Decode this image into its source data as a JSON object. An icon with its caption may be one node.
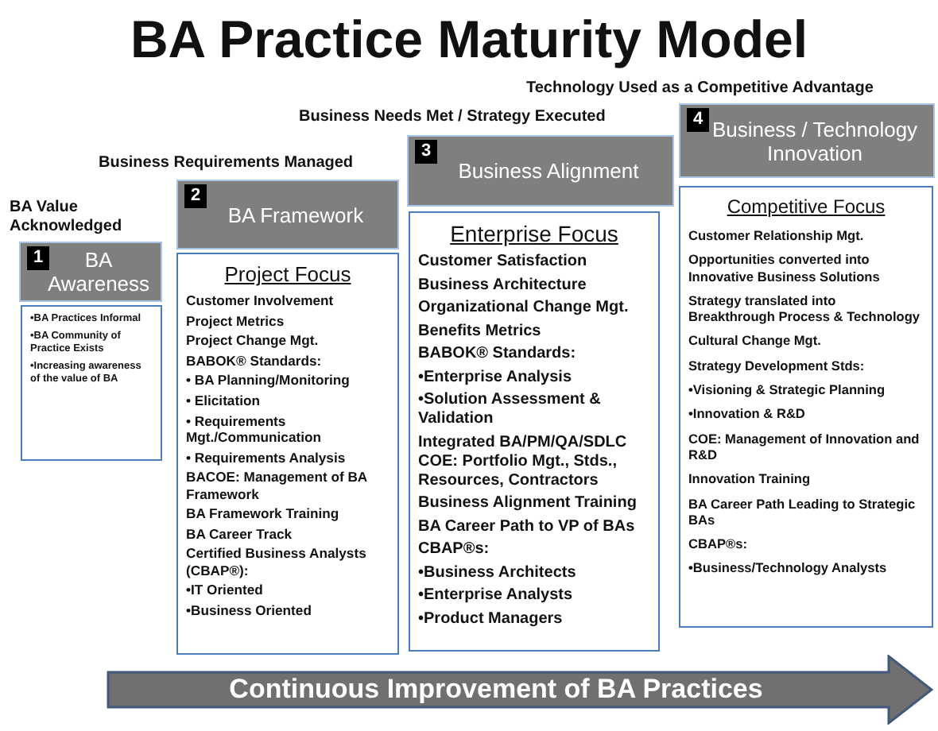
{
  "diagram": {
    "title": "BA Practice Maturity Model",
    "nodes": [
      {
        "text": [
          "BA Awareness"
        ],
        "beside": [
          "BA Value Acknowledged"
        ]
      },
      {
        "text": [
          "1"
        ],
        "in": 0
      },
      {
        "text": [
          "•BA Practices Informal",
          "•BA Community of Practice Exists",
          "•Increasing awareness of the value of BA"
        ]
      },
      {
        "text": [
          "BA Framework"
        ],
        "beside": [
          "Business Requirements Managed"
        ]
      },
      {
        "text": [
          "2"
        ],
        "in": 3
      },
      {
        "text": [
          "Project Focus",
          "Customer Involvement",
          "Project Metrics",
          "Project Change Mgt.",
          "BABOK® Standards:",
          "•  BA Planning/Monitoring",
          "•  Elicitation",
          "•  Requirements Mgt./Communication",
          "•  Requirements Analysis",
          "BACOE: Management of BA Framework",
          "BA Framework Training",
          "BA Career Track",
          "Certified Business Analysts (CBAP®):",
          "•IT Oriented",
          "•Business Oriented"
        ]
      },
      {
        "text": [
          "Business Alignment"
        ],
        "beside": [
          "Business Needs Met / Strategy Executed"
        ]
      },
      {
        "text": [
          "3"
        ],
        "in": 6
      },
      {
        "text": [
          "Enterprise Focus",
          "Customer Satisfaction",
          "Business Architecture",
          "Organizational Change Mgt.",
          "Benefits Metrics",
          "BABOK® Standards:",
          "•Enterprise Analysis",
          "•Solution Assessment & Validation",
          "Integrated BA/PM/QA/SDLC COE: Portfolio Mgt., Stds., Resources, Contractors",
          "Business Alignment Training",
          "BA Career Path to VP of BAs",
          "CBAP®s:",
          "•Business Architects",
          "•Enterprise Analysts",
          "•Product Managers"
        ]
      },
      {
        "text": [
          "Business / Technology Innovation"
        ],
        "beside": [
          "Technology Used as a Competitive Advantage"
        ]
      },
      {
        "text": [
          "4"
        ],
        "in": 9
      },
      {
        "text": [
          "Competitive Focus",
          "Customer Relationship Mgt.",
          "Opportunities converted into Innovative Business Solutions",
          "Strategy translated into Breakthrough Process & Technology",
          "Cultural Change Mgt.",
          "Strategy Development Stds:",
          "•Visioning & Strategic Planning",
          "•Innovation & R&D",
          "COE: Management of Innovation and R&D",
          "Innovation Training",
          "BA Career Path Leading to Strategic BAs",
          "CBAP®s:",
          "•Business/Technology Analysts"
        ]
      },
      {
        "text": [
          "Continuous Improvement of BA Practices"
        ]
      }
    ]
  }
}
